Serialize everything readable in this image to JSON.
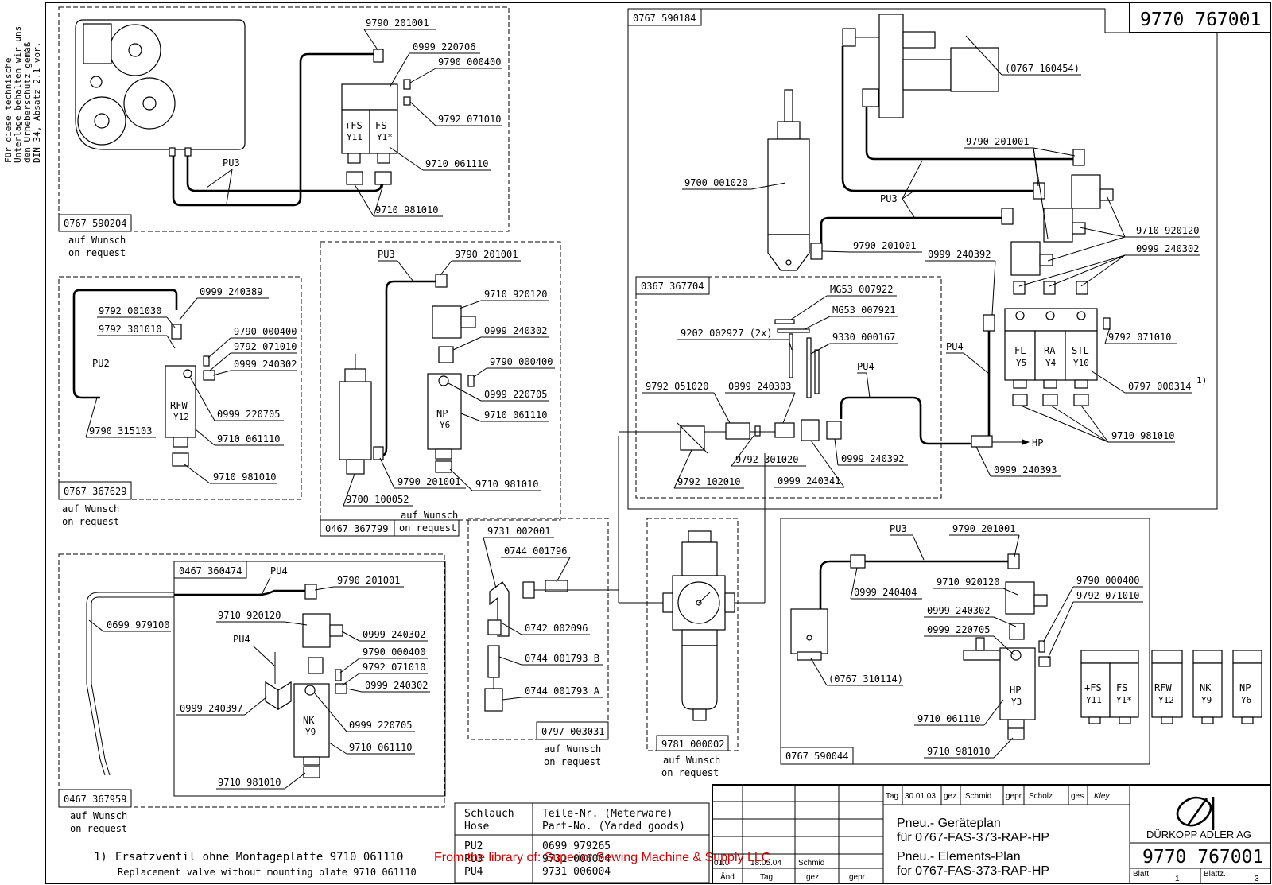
{
  "drawing_number": "9770 767001",
  "side_note": [
    "Für diese technische",
    "Unterlage behalten wir uns",
    "den Urheberschutz gemäß",
    "DIN 34, Absatz 2.1 vor."
  ],
  "on_request": {
    "de": "auf Wunsch",
    "en": "on request"
  },
  "groups": {
    "g590204": {
      "id": "0767 590204",
      "parts": [
        "9790 201001",
        "0999 220706",
        "9790 000400",
        "9792 071010",
        "9710 061110",
        "9710 981010"
      ],
      "hose": "PU3",
      "valves": [
        {
          "name": "+FS",
          "code": "Y11"
        },
        {
          "name": "FS",
          "code": "Y1*"
        }
      ]
    },
    "g367629": {
      "id": "0767 367629",
      "parts": [
        "0999 240389",
        "9792 001030",
        "9792 301010",
        "9790 000400",
        "9792 071010",
        "0999 240302",
        "0999 220705",
        "9710 061110",
        "9790 315103",
        "9710 981010"
      ],
      "hose": "PU2",
      "valve": {
        "name": "RFW",
        "code": "Y12"
      }
    },
    "g367799": {
      "id": "0467 367799",
      "parts": [
        "9790 201001",
        "9710 920120",
        "0999 240302",
        "9790 000400",
        "0999 220705",
        "9710 061110",
        "9790 201001",
        "9710 981010",
        "9700 100052"
      ],
      "hose": "PU3",
      "valve": {
        "name": "NP",
        "code": "Y6"
      }
    },
    "g367959": {
      "id": "0467 367959",
      "sub_id": "0467 360474",
      "parts": [
        "0699 979100",
        "9790 201001",
        "9710 920120",
        "0999 240302",
        "9790 000400",
        "9792 071010",
        "0999 240302",
        "0999 240397",
        "0999 220705",
        "9710 061110",
        "9710 981010"
      ],
      "hoses": [
        "PU4",
        "PU4"
      ],
      "valve": {
        "name": "NK",
        "code": "Y9"
      }
    },
    "g003031": {
      "id": "0797 003031",
      "parts": [
        "9731 002001",
        "0744 001796",
        "0742 002096",
        "0744 001793 B",
        "0744 001793 A"
      ]
    },
    "g000002": {
      "id": "9781 000002"
    },
    "g590184": {
      "id": "0767 590184",
      "parts": [
        "(0767 160454)",
        "9790 201001",
        "9700 001020",
        "9790 201001",
        "9710 920120",
        "0999 240302",
        "0999 240392",
        "9792 071010",
        "0797 000314",
        "9710 981010",
        "0999 240393"
      ],
      "hoses": [
        "PU3",
        "PU4"
      ],
      "valves": [
        {
          "name": "FL",
          "code": "Y5"
        },
        {
          "name": "RA",
          "code": "Y4"
        },
        {
          "name": "STL",
          "code": "Y10"
        }
      ],
      "footnote_mark": "1)",
      "hp_label": "HP"
    },
    "g367704": {
      "id": "0367 367704",
      "parts": [
        "MG53 007922",
        "MG53 007921",
        "9202 002927 (2x)",
        "9330 000167",
        "9792 051020",
        "0999 240303",
        "9792 301020",
        "9792 102010",
        "0999 240341",
        "0999 240392"
      ],
      "hose": "PU4"
    },
    "g590044": {
      "id": "0767 590044",
      "parts": [
        "9790 201001",
        "9710 920120",
        "9790 000400",
        "9792 071010",
        "0999 240404",
        "0999 240302",
        "0999 220705",
        "(0767 310114)",
        "9710 061110",
        "9710 981010"
      ],
      "hose": "PU3",
      "valve": {
        "name": "HP",
        "code": "Y3"
      }
    }
  },
  "legend_valves": [
    {
      "name": "+FS",
      "code": "Y11"
    },
    {
      "name": "FS",
      "code": "Y1*"
    },
    {
      "name": "RFW",
      "code": "Y12"
    },
    {
      "name": "NK",
      "code": "Y9"
    },
    {
      "name": "NP",
      "code": "Y6"
    }
  ],
  "hose_table": {
    "headers": [
      [
        "Schlauch",
        "Hose"
      ],
      [
        "Teile-Nr. (Meterware)",
        "Part-No. (Yarded goods)"
      ]
    ],
    "rows": [
      {
        "hose": "PU2",
        "part": "0699 979265"
      },
      {
        "hose": "PU3",
        "part": "9731 006004"
      },
      {
        "hose": "PU4",
        "part": "9731 006004"
      }
    ]
  },
  "footnote": {
    "mark": "1)",
    "de": "Ersatzventil ohne Montageplatte 9710 061110",
    "en": "Replacement valve without mounting plate 9710 061110"
  },
  "title_block": {
    "tag_label": "Tag",
    "date": "30.01.03",
    "gez_label": "gez.",
    "drawn_by": "Schmid",
    "gepr_label": "gepr.",
    "checked_by": "Scholz",
    "ges_label": "ges.",
    "signature": "Kley",
    "title_de": [
      "Pneu.- Geräteplan",
      "für 0767-FAS-373-RAP-HP"
    ],
    "title_en": [
      "Pneu.- Elements-Plan",
      "for 0767-FAS-373-RAP-HP"
    ],
    "company": "DÜRKOPP ADLER AG",
    "number": "9770 767001",
    "blatt_label": "Blatt",
    "blatt": "1",
    "blaetter_label": "Blättz.",
    "blaetter": "3",
    "revision": {
      "index": "01.0",
      "date": "18.05.04",
      "name": "Schmid"
    },
    "rev_headers": [
      "Änd.",
      "Tag",
      "gez.",
      "gepr."
    ]
  },
  "watermark": "From the library of: Superior Sewing Machine & Supply LLC"
}
